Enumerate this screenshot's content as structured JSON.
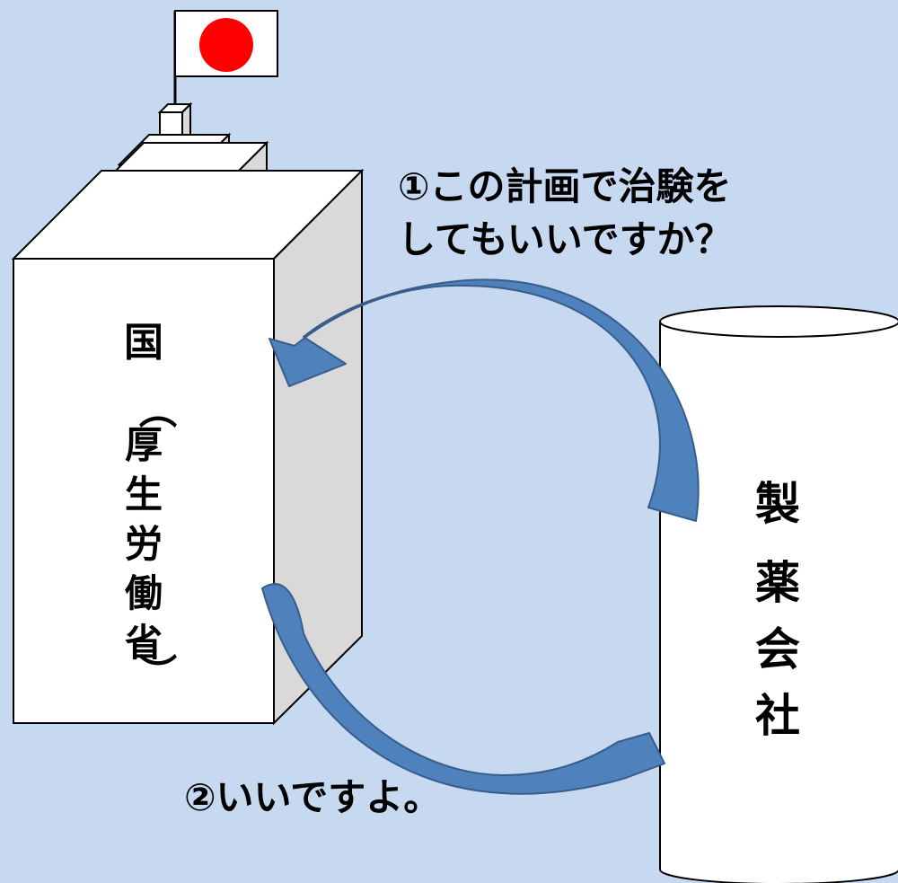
{
  "colors": {
    "background": "#c6d9f1",
    "building_front": "#ffffff",
    "building_side": "#d9d9d9",
    "outline": "#000000",
    "flag_circle": "#ff0000",
    "arrow_fill": "#4f81bd",
    "arrow_edge": "#385d8a"
  },
  "icons": {
    "flag": "japan-flag-icon",
    "government_building": "government-building-icon",
    "company_building": "cylinder-building-icon"
  },
  "government": {
    "name": "国",
    "ministry_chars": [
      "（",
      "厚",
      "生",
      "労",
      "働",
      "省",
      "）"
    ]
  },
  "company": {
    "name_chars": [
      "製",
      "薬",
      "会",
      "社"
    ]
  },
  "steps": {
    "request_line1": "①この計画で治験を",
    "request_line2": "してもいいですか？",
    "approval": "②いいですよ。"
  }
}
